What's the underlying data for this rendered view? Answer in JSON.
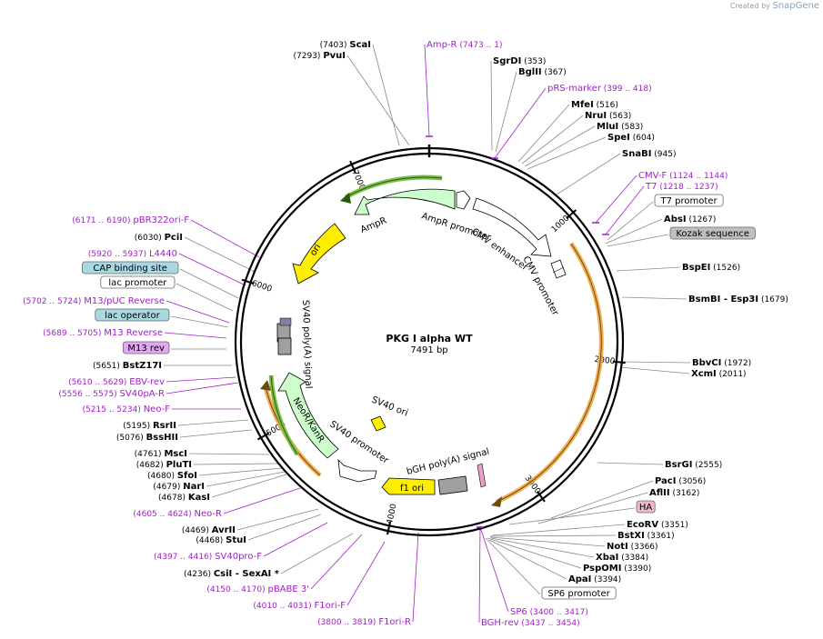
{
  "credit": {
    "prefix": "Created by",
    "brand": "SnapGene"
  },
  "plasmid": {
    "name": "PKG I alpha WT",
    "length_label": "7491 bp",
    "length": 7491
  },
  "ticks": [
    {
      "pos": 1000,
      "label": "1000"
    },
    {
      "pos": 2000,
      "label": "2000"
    },
    {
      "pos": 3000,
      "label": "3000"
    },
    {
      "pos": 4000,
      "label": "4000"
    },
    {
      "pos": 5000,
      "label": "5000"
    },
    {
      "pos": 6000,
      "label": "6000"
    },
    {
      "pos": 7000,
      "label": "7000"
    }
  ],
  "features": [
    {
      "name": "AmpR promoter",
      "label": "AmpR promoter",
      "kind": "promoter",
      "color": "#ffffff"
    },
    {
      "name": "AmpR",
      "label": "AmpR",
      "kind": "cds",
      "color": "#ccffcc"
    },
    {
      "name": "ori",
      "label": "ori",
      "kind": "ori",
      "color": "#ffee00"
    },
    {
      "name": "CMV enhancer",
      "label": "CMV enhancer",
      "kind": "promoter",
      "color": "#ffffff"
    },
    {
      "name": "CMV promoter",
      "label": "CMV promoter",
      "kind": "promoter",
      "color": "#ffffff"
    },
    {
      "name": "SV40 poly(A) signal",
      "label": "SV40 poly(A) signal",
      "kind": "term",
      "color": "#a0a0a0"
    },
    {
      "name": "NeoR/KanR",
      "label": "NeoR/KanR",
      "kind": "cds",
      "color": "#ccffcc"
    },
    {
      "name": "SV40 promoter",
      "label": "SV40 promoter",
      "kind": "promoter",
      "color": "#ffffff"
    },
    {
      "name": "SV40 ori",
      "label": "SV40 ori",
      "kind": "ori",
      "color": "#ffee00"
    },
    {
      "name": "f1 ori",
      "label": "f1 ori",
      "kind": "ori",
      "color": "#ffee00"
    },
    {
      "name": "bGH poly(A) signal",
      "label": "bGH poly(A) signal",
      "kind": "term",
      "color": "#a0a0a0"
    }
  ],
  "left_labels": [
    {
      "pos": "(7403)",
      "name": "ScaI",
      "type": "site"
    },
    {
      "pos": "(7293)",
      "name": "PvuI",
      "type": "site"
    },
    {
      "pos": "(6171 .. 6190)",
      "name": "pBR322ori-F",
      "type": "primer"
    },
    {
      "pos": "(6030)",
      "name": "PciI",
      "type": "site"
    },
    {
      "pos": "(5920 .. 5937)",
      "name": "L4440",
      "type": "primer"
    },
    {
      "pos": "",
      "name": "CAP binding site",
      "type": "box",
      "color": "#a8d8e0"
    },
    {
      "pos": "",
      "name": "lac promoter",
      "type": "box",
      "color": "#ffffff"
    },
    {
      "pos": "(5702 .. 5724)",
      "name": "M13/pUC Reverse",
      "type": "primer"
    },
    {
      "pos": "",
      "name": "lac operator",
      "type": "box",
      "color": "#a8d8e0"
    },
    {
      "pos": "(5689 .. 5705)",
      "name": "M13 Reverse",
      "type": "primer"
    },
    {
      "pos": "",
      "name": "M13 rev",
      "type": "box",
      "color": "#e0a8f0"
    },
    {
      "pos": "(5651)",
      "name": "BstZ17I",
      "type": "site"
    },
    {
      "pos": "(5610 .. 5629)",
      "name": "EBV-rev",
      "type": "primer"
    },
    {
      "pos": "(5556 .. 5575)",
      "name": "SV40pA-R",
      "type": "primer"
    },
    {
      "pos": "(5215 .. 5234)",
      "name": "Neo-F",
      "type": "primer"
    },
    {
      "pos": "(5195)",
      "name": "RsrII",
      "type": "site"
    },
    {
      "pos": "(5076)",
      "name": "BssHII",
      "type": "site"
    },
    {
      "pos": "(4761)",
      "name": "MscI",
      "type": "site"
    },
    {
      "pos": "(4682)",
      "name": "PluTI",
      "type": "site"
    },
    {
      "pos": "(4680)",
      "name": "SfoI",
      "type": "site"
    },
    {
      "pos": "(4679)",
      "name": "NarI",
      "type": "site"
    },
    {
      "pos": "(4678)",
      "name": "KasI",
      "type": "site"
    },
    {
      "pos": "(4605 .. 4624)",
      "name": "Neo-R",
      "type": "primer"
    },
    {
      "pos": "(4469)",
      "name": "AvrII",
      "type": "site"
    },
    {
      "pos": "(4468)",
      "name": "StuI",
      "type": "site"
    },
    {
      "pos": "(4397 .. 4416)",
      "name": "SV40pro-F",
      "type": "primer"
    },
    {
      "pos": "(4236)",
      "name": "CsiI - SexAI *",
      "type": "site"
    },
    {
      "pos": "(4150 .. 4170)",
      "name": "pBABE 3'",
      "type": "primer"
    },
    {
      "pos": "(4010 .. 4031)",
      "name": "F1ori-F",
      "type": "primer"
    },
    {
      "pos": "(3800 .. 3819)",
      "name": "F1ori-R",
      "type": "primer"
    }
  ],
  "right_labels": [
    {
      "name": "Amp-R",
      "pos": "(7473 .. 1)",
      "type": "primer"
    },
    {
      "name": "SgrDI",
      "pos": "(353)",
      "type": "site"
    },
    {
      "name": "BglII",
      "pos": "(367)",
      "type": "site"
    },
    {
      "name": "pRS-marker",
      "pos": "(399 .. 418)",
      "type": "primer"
    },
    {
      "name": "MfeI",
      "pos": "(516)",
      "type": "site"
    },
    {
      "name": "NruI",
      "pos": "(563)",
      "type": "site"
    },
    {
      "name": "MluI",
      "pos": "(583)",
      "type": "site"
    },
    {
      "name": "SpeI",
      "pos": "(604)",
      "type": "site"
    },
    {
      "name": "SnaBI",
      "pos": "(945)",
      "type": "site"
    },
    {
      "name": "CMV-F",
      "pos": "(1124 .. 1144)",
      "type": "primer"
    },
    {
      "name": "T7",
      "pos": "(1218 .. 1237)",
      "type": "primer"
    },
    {
      "name": "T7 promoter",
      "pos": "",
      "type": "box",
      "color": "#ffffff"
    },
    {
      "name": "AbsI",
      "pos": "(1267)",
      "type": "site"
    },
    {
      "name": "Kozak sequence",
      "pos": "",
      "type": "box",
      "color": "#c0c0c0"
    },
    {
      "name": "BspEI",
      "pos": "(1526)",
      "type": "site"
    },
    {
      "name": "BsmBI - Esp3I",
      "pos": "(1679)",
      "type": "site"
    },
    {
      "name": "BbvCI",
      "pos": "(1972)",
      "type": "site"
    },
    {
      "name": "XcmI",
      "pos": "(2011)",
      "type": "site"
    },
    {
      "name": "BsrGI",
      "pos": "(2555)",
      "type": "site"
    },
    {
      "name": "PacI",
      "pos": "(3056)",
      "type": "site"
    },
    {
      "name": "AflII",
      "pos": "(3162)",
      "type": "site"
    },
    {
      "name": "HA",
      "pos": "",
      "type": "box",
      "color": "#f0b8c8"
    },
    {
      "name": "EcoRV",
      "pos": "(3351)",
      "type": "site"
    },
    {
      "name": "BstXI",
      "pos": "(3361)",
      "type": "site"
    },
    {
      "name": "NotI",
      "pos": "(3366)",
      "type": "site"
    },
    {
      "name": "XbaI",
      "pos": "(3384)",
      "type": "site"
    },
    {
      "name": "PspOMI",
      "pos": "(3390)",
      "type": "site"
    },
    {
      "name": "ApaI",
      "pos": "(3394)",
      "type": "site"
    },
    {
      "name": "SP6 promoter",
      "pos": "",
      "type": "box",
      "color": "#ffffff"
    },
    {
      "name": "SP6",
      "pos": "(3400 .. 3417)",
      "type": "primer"
    },
    {
      "name": "BGH-rev",
      "pos": "(3437 .. 3454)",
      "type": "primer"
    }
  ]
}
